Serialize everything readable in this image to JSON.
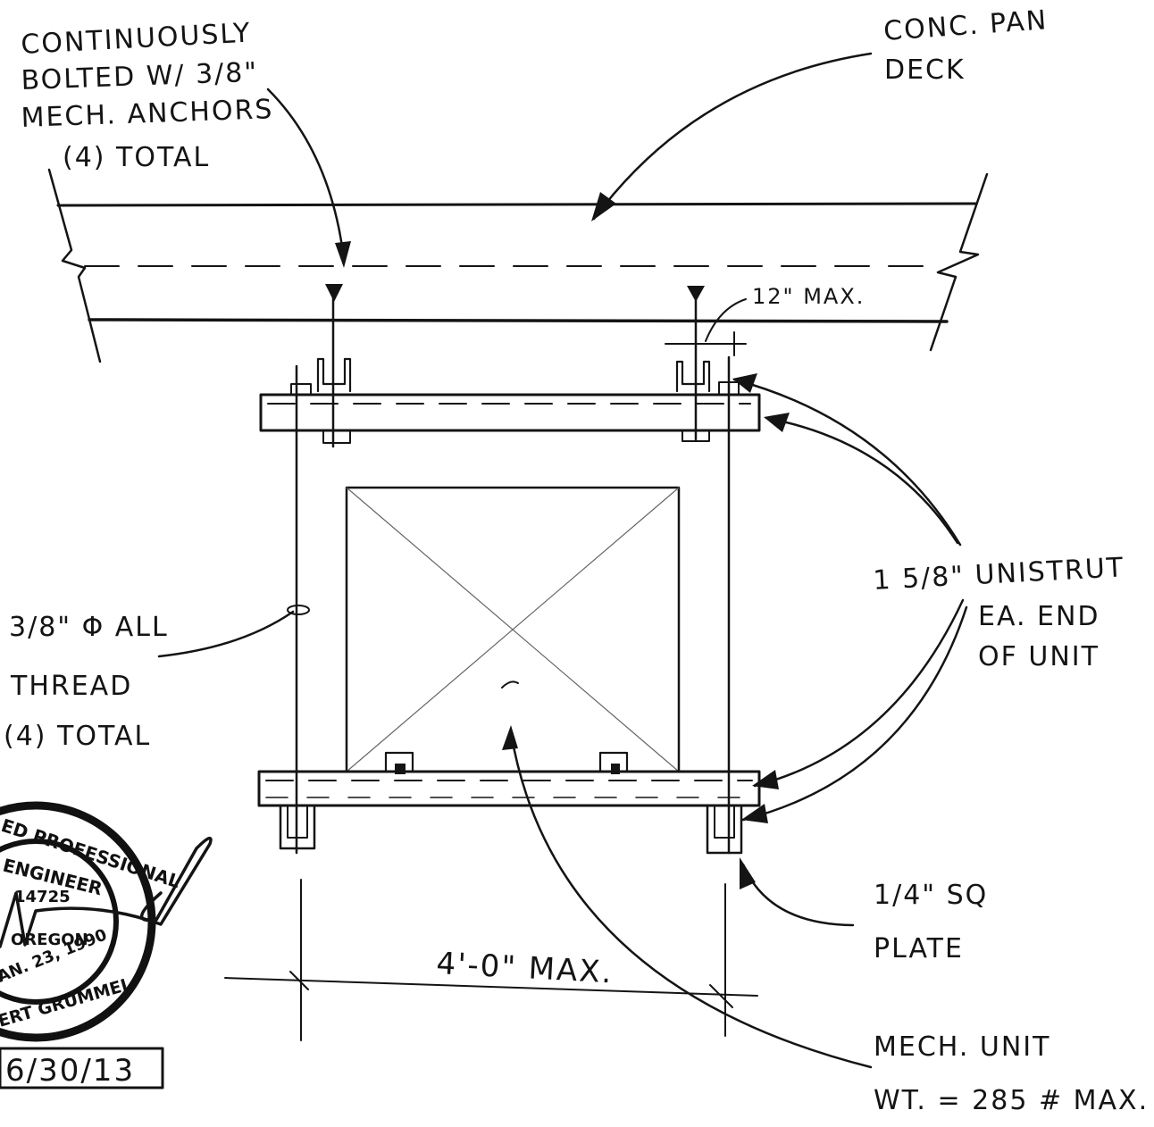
{
  "labels": {
    "bolted_1": "CONTINUOUSLY",
    "bolted_2": "BOLTED W/ 3/8\"",
    "bolted_3": "MECH. ANCHORS",
    "bolted_4": "(4) TOTAL",
    "deck_1": "CONC. PAN",
    "deck_2": "DECK",
    "max_12": "12\" MAX.",
    "unistrut_1": "1 5/8\" UNISTRUT",
    "unistrut_2": "EA. END",
    "unistrut_3": "OF UNIT",
    "thread_1": "3/8\" Φ ALL",
    "thread_2": "THREAD",
    "thread_3": "(4) TOTAL",
    "plate_1": "1/4\" SQ",
    "plate_2": "PLATE",
    "span": "4'-0\" MAX.",
    "unit_1": "MECH. UNIT",
    "unit_2": "WT. = 285 # MAX."
  },
  "seal": {
    "ring_top": "ED PROFESSIONAL",
    "engineer": "ENGINEER",
    "number": "14725",
    "state": "OREGON",
    "date": "AN. 23, 1990",
    "name": "ERT GRUMMEL",
    "signed_date": "6/30/13"
  }
}
